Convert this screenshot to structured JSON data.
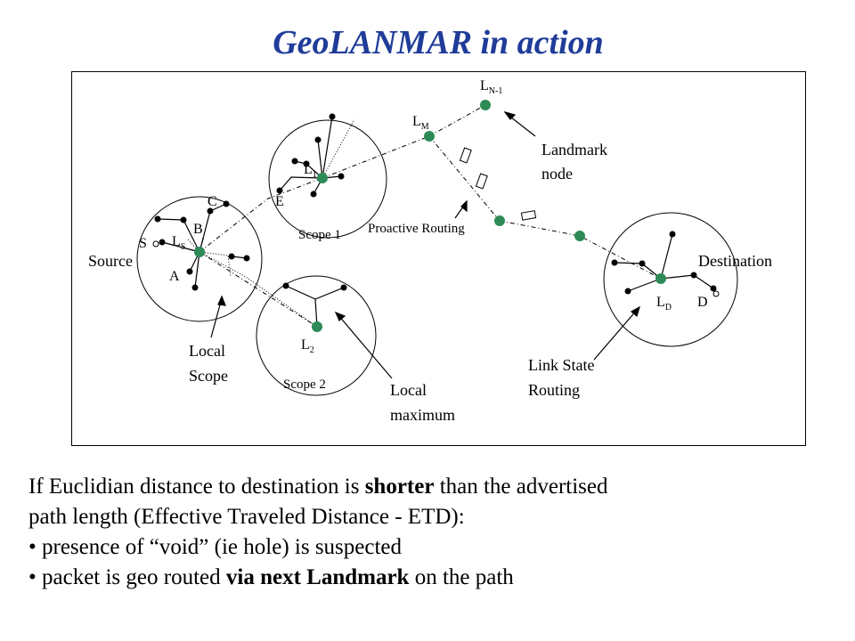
{
  "title": "GeoLANMAR in action",
  "diagram": {
    "labels": {
      "l_n1": "L",
      "l_n1_sub": "N-1",
      "l_m": "L",
      "l_m_sub": "M",
      "landmark_node_1": "Landmark",
      "landmark_node_2": "node",
      "l_1": "L",
      "l_1_sub": "1",
      "e": "E",
      "c": "C",
      "scope1": "Scope 1",
      "proactive_routing": "Proactive Routing",
      "b": "B",
      "s": "S",
      "l_s": "L",
      "l_s_sub": "S",
      "source": "Source",
      "destination": "Destination",
      "a": "A",
      "l_d": "L",
      "l_d_sub": "D",
      "d": "D",
      "local_scope_1": "Local",
      "local_scope_2": "Scope",
      "l_2": "L",
      "l_2_sub": "2",
      "link_state_1": "Link State",
      "link_state_2": "Routing",
      "scope2": "Scope 2",
      "local_max_1": "Local",
      "local_max_2": "maximum"
    },
    "colors": {
      "landmark": "#2e8b57",
      "title": "#1f3c99"
    }
  },
  "text": {
    "line1_a": "If Euclidian distance to destination is ",
    "line1_b": "shorter",
    "line1_c": " than the advertised",
    "line2": "path length (Effective Traveled Distance - ETD):",
    "bullet1": "• presence of “void” (ie hole) is suspected",
    "bullet2_a": "• packet is geo routed ",
    "bullet2_b": "via next Landmark",
    "bullet2_c": " on the path"
  }
}
